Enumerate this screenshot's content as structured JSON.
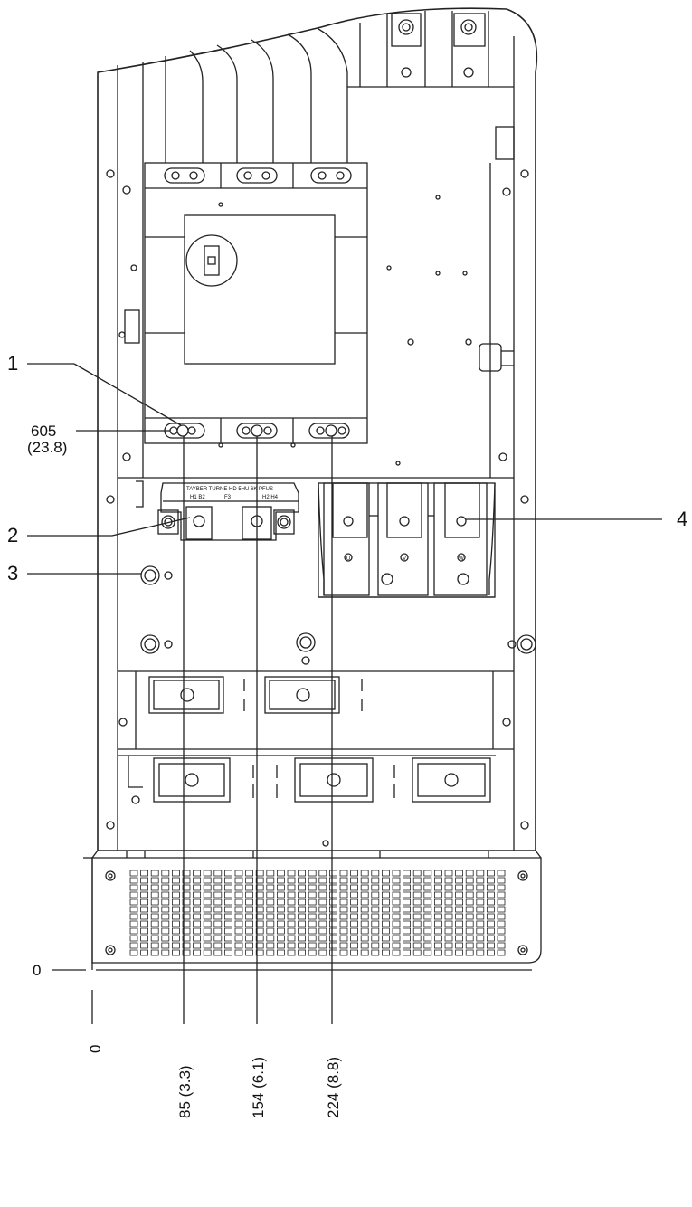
{
  "callouts": [
    "1",
    "2",
    "3",
    "4"
  ],
  "vertical_dimension": {
    "zero": "0",
    "value": "605",
    "inches": "(23.8)"
  },
  "horizontal_dimensions": [
    {
      "name": "origin",
      "text": "0"
    },
    {
      "name": "dim-85",
      "text": "85 (3.3)"
    },
    {
      "name": "dim-154",
      "text": "154 (6.1)"
    },
    {
      "name": "dim-224",
      "text": "224 (8.8)"
    }
  ],
  "fuse_block_text": {
    "line1": "TAYBER TURNE HD 5HU 6K PFUS",
    "line2a": "H1 B2",
    "line2b": "F3",
    "line2c": "H2 H4"
  },
  "phase_marks": [
    "U",
    "V",
    "W"
  ]
}
